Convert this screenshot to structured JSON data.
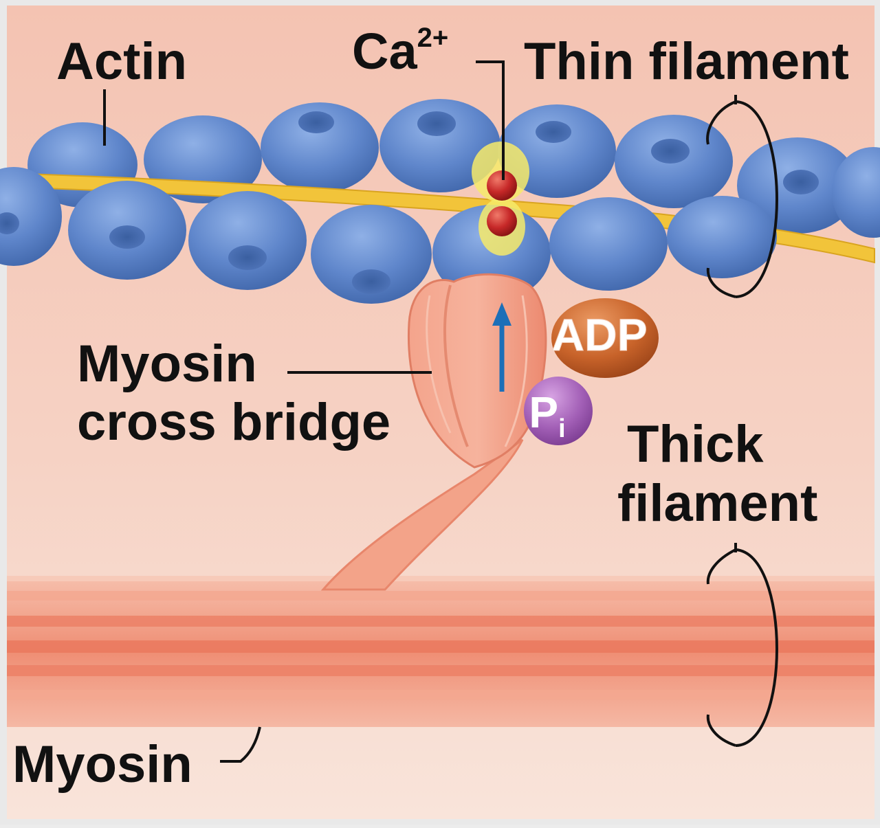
{
  "labels": {
    "actin": "Actin",
    "calcium": "Ca",
    "calcium_superscript": "2+",
    "thin_filament": "Thin filament",
    "myosin_cross_bridge_line1": "Myosin",
    "myosin_cross_bridge_line2": "cross bridge",
    "adp": "ADP",
    "phosphate": "P",
    "phosphate_subscript": "i",
    "thick_filament_line1": "Thick",
    "thick_filament_line2": "filament",
    "myosin": "Myosin"
  },
  "colors": {
    "background_top": "#f4c6b6",
    "background_bottom": "#f8e0d6",
    "actin_blue": "#5b82c8",
    "tropomyosin_yellow": "#f2c43a",
    "calcium_red": "#c62828",
    "myosin_pink": "#f08f76",
    "adp_orange": "#c8632a",
    "phosphate_purple": "#a25fb6",
    "arrow_blue": "#1c6fb8"
  }
}
